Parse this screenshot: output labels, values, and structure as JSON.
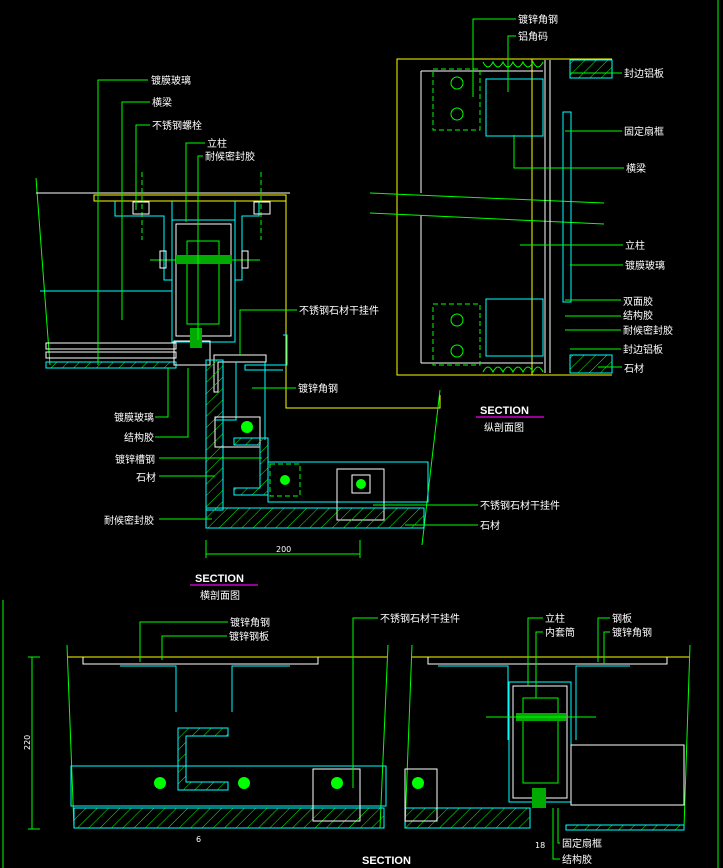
{
  "colors": {
    "background": "#000000",
    "leader": "#00ff00",
    "profile": "#00ffff",
    "outline": "#ffffff",
    "boundary": "#ffff00",
    "title_underline": "#cc00cc"
  },
  "horizontal_section": {
    "labels": {
      "coated_glass": "镀膜玻璃",
      "transom": "横梁",
      "stainless_bolt": "不锈钢螺栓",
      "mullion": "立柱",
      "weather_sealant": "耐候密封胶",
      "stone_hanger": "不锈钢石材干挂件",
      "galv_angle": "镀锌角钢",
      "coated_glass_2": "镀膜玻璃",
      "structural_sealant": "结构胶",
      "galv_channel": "镀锌槽钢",
      "stone": "石材",
      "weather_sealant_2": "耐候密封胶",
      "stone_hanger_2": "不锈钢石材干挂件",
      "stone_2": "石材"
    },
    "dimension": "200",
    "title": "SECTION",
    "subtitle": "横剖面图"
  },
  "vertical_section": {
    "labels": {
      "galv_angle": "镀锌角钢",
      "alu_angle": "铝角码",
      "edge_alu_panel": "封边铝板",
      "fixed_sash": "固定扇框",
      "transom": "横梁",
      "mullion": "立柱",
      "coated_glass": "镀膜玻璃",
      "double_tape": "双面胶",
      "structural_sealant": "结构胶",
      "weather_sealant": "耐候密封胶",
      "edge_alu_panel_2": "封边铝板",
      "stone": "石材"
    },
    "title": "SECTION",
    "subtitle": "纵剖面图"
  },
  "bottom_section": {
    "labels": {
      "galv_angle": "镀锌角钢",
      "galv_plate": "镀锌钢板",
      "stone_hanger": "不锈钢石材干挂件",
      "mullion": "立柱",
      "inner_sleeve": "内套筒",
      "steel_plate": "钢板",
      "galv_angle_2": "镀锌角钢",
      "fixed_sash": "固定扇框",
      "structural_sealant": "结构胶"
    },
    "dim_height": "220",
    "dim_gap": "6",
    "dim_width": "18",
    "title": "SECTION"
  }
}
